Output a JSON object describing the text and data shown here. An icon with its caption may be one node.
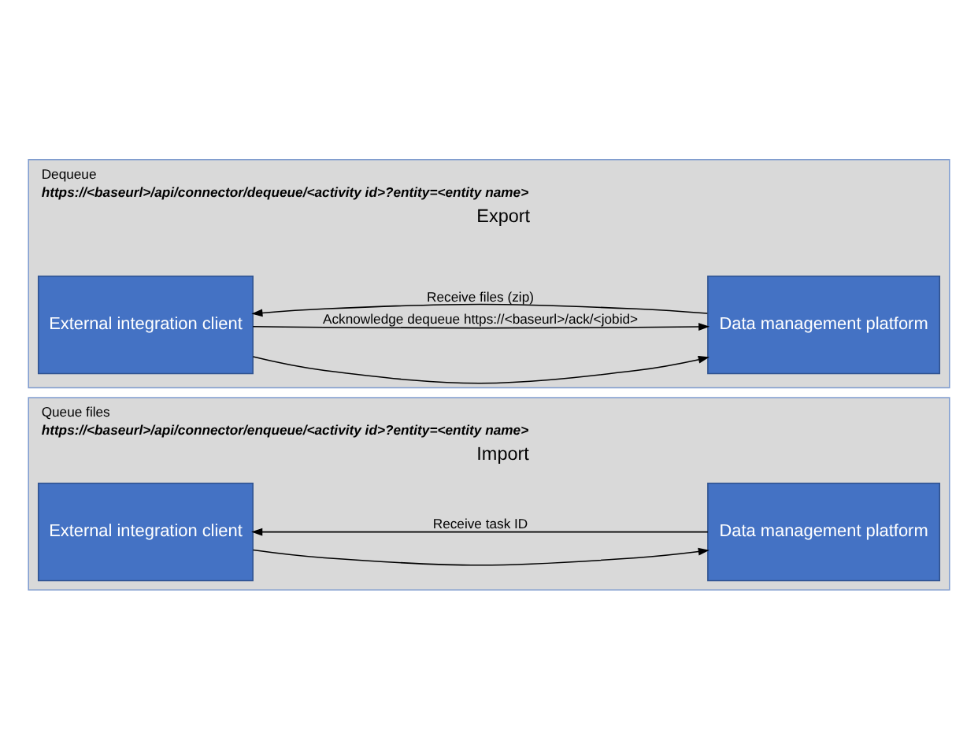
{
  "diagram": {
    "nodes": [
      {
        "text": [
          "Queue files",
          "https://<baseurl>/api/connector/enqueue/<activity id>?entity=<entity name>",
          "Import"
        ]
      },
      {
        "text": [
          "External integration client"
        ],
        "in": 0
      },
      {
        "text": [
          "Data management platform"
        ],
        "in": 0
      },
      {
        "text": [
          "Dequeue",
          "https://<baseurl>/api/connector/dequeue/<activity id>?entity=<entity name>",
          "Export"
        ]
      },
      {
        "text": [
          "External integration client"
        ],
        "in": 3
      },
      {
        "text": [
          "Data management platform"
        ],
        "in": 3
      }
    ],
    "edges": [
      {
        "from": 1,
        "to": 2,
        "arrow": "to"
      },
      {
        "from": 2,
        "to": 1,
        "arrow": "to",
        "label": "Receive task ID"
      },
      {
        "from": 4,
        "to": 5,
        "arrow": "to"
      },
      {
        "from": 5,
        "to": 4,
        "arrow": "to",
        "label": "Receive files (zip)"
      },
      {
        "from": 4,
        "to": 5,
        "arrow": "to",
        "label": "Acknowledge dequeue https://<baseurl>/ack/<jobid>"
      }
    ]
  }
}
